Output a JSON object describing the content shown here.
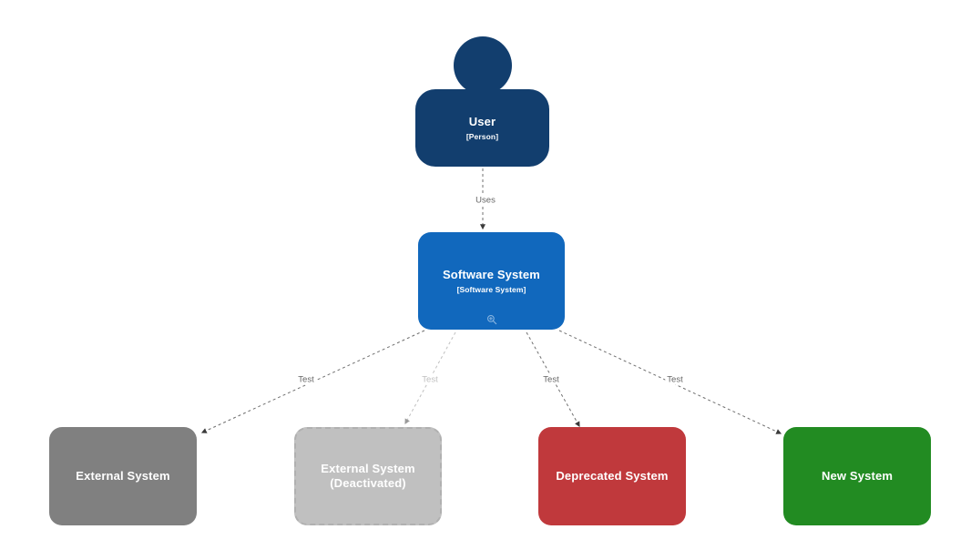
{
  "diagram": {
    "type": "c4-system-context",
    "background_color": "#ffffff",
    "nodes": [
      {
        "id": "user",
        "shape": "person",
        "title": "User",
        "subtitle": "[Person]",
        "fill": "#123E6E",
        "text_color": "#ffffff"
      },
      {
        "id": "software-system",
        "shape": "box",
        "title": "Software System",
        "subtitle": "[Software System]",
        "fill": "#1168BD",
        "text_color": "#ffffff",
        "badge_icon": "magnifier-plus-icon"
      },
      {
        "id": "external-system",
        "shape": "box",
        "title": "External System",
        "subtitle": "",
        "fill": "#808080",
        "text_color": "#ffffff"
      },
      {
        "id": "external-system-deactivated",
        "shape": "box",
        "title_line1": "External System",
        "title_line2": "(Deactivated)",
        "subtitle": "",
        "fill": "#C0C0C0",
        "border_style": "dashed",
        "border_color": "#B0B0B0",
        "text_color": "#ffffff"
      },
      {
        "id": "deprecated-system",
        "shape": "box",
        "title": "Deprecated System",
        "subtitle": "",
        "fill": "#C0393C",
        "text_color": "#ffffff"
      },
      {
        "id": "new-system",
        "shape": "box",
        "title": "New System",
        "subtitle": "",
        "fill": "#228B22",
        "text_color": "#ffffff"
      }
    ],
    "edges": [
      {
        "id": "user-to-software-system",
        "from": "user",
        "to": "software-system",
        "label": "Uses",
        "style": "dashed",
        "color": "#707070"
      },
      {
        "id": "software-system-to-external-system",
        "from": "software-system",
        "to": "external-system",
        "label": "Test",
        "style": "dashed",
        "color": "#707070"
      },
      {
        "id": "software-system-to-external-system-deactivated",
        "from": "software-system",
        "to": "external-system-deactivated",
        "label": "Test",
        "style": "dashed",
        "color": "#C0C0C0"
      },
      {
        "id": "software-system-to-deprecated-system",
        "from": "software-system",
        "to": "deprecated-system",
        "label": "Test",
        "style": "dashed",
        "color": "#707070"
      },
      {
        "id": "software-system-to-new-system",
        "from": "software-system",
        "to": "new-system",
        "label": "Test",
        "style": "dashed",
        "color": "#707070"
      }
    ]
  }
}
